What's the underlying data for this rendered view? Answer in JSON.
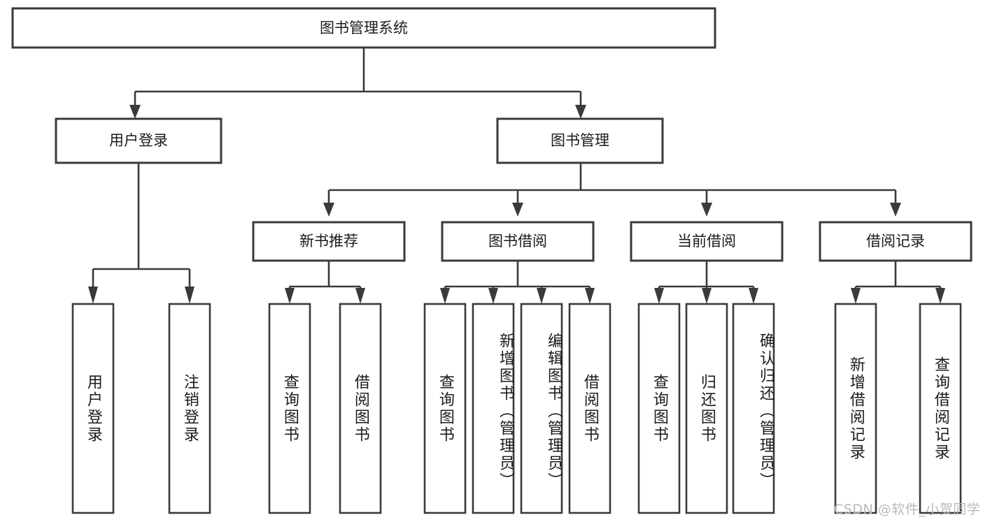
{
  "diagram": {
    "type": "tree",
    "title": "图书管理系统",
    "orientation": "top-down",
    "colors": {
      "box_stroke": "#3a3a3a",
      "box_fill": "#ffffff",
      "text": "#1b1b1b",
      "canvas": "#ffffff",
      "watermark": "#b9b9b9"
    },
    "root": {
      "label": "图书管理系统"
    },
    "level1": [
      {
        "label": "用户登录"
      },
      {
        "label": "图书管理"
      }
    ],
    "level2": [
      {
        "label": "新书推荐"
      },
      {
        "label": "图书借阅"
      },
      {
        "label": "当前借阅"
      },
      {
        "label": "借阅记录"
      }
    ],
    "leaves": {
      "user_login": [
        {
          "label": "用户登录"
        },
        {
          "label": "注销登录"
        }
      ],
      "new_book": [
        {
          "label": "查询图书"
        },
        {
          "label": "借阅图书"
        }
      ],
      "book_borrow": [
        {
          "label": "查询图书"
        },
        {
          "label": "新增图书（管理员）"
        },
        {
          "label": "编辑图书（管理员）"
        },
        {
          "label": "借阅图书"
        }
      ],
      "current_borrow": [
        {
          "label": "查询图书"
        },
        {
          "label": "归还图书"
        },
        {
          "label": "确认归还（管理员）"
        }
      ],
      "borrow_record": [
        {
          "label": "新增借阅记录"
        },
        {
          "label": "查询借阅记录"
        }
      ]
    }
  },
  "watermark": {
    "text": "CSDN @软件_小贺同学"
  }
}
